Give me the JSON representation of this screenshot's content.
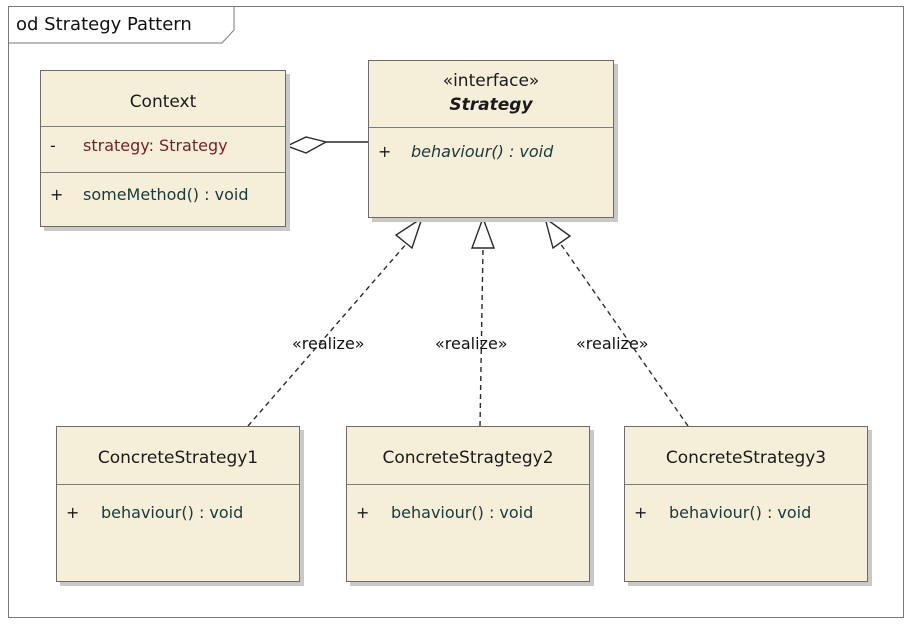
{
  "frame": {
    "title": "od Strategy Pattern"
  },
  "classes": {
    "context": {
      "name": "Context",
      "attribute": {
        "visibility": "-",
        "text": "strategy:  Strategy"
      },
      "operation": {
        "visibility": "+",
        "text": "someMethod() : void"
      }
    },
    "strategy": {
      "stereotype": "«interface»",
      "name": "Strategy",
      "operation": {
        "visibility": "+",
        "text": "behaviour() : void"
      }
    },
    "concrete1": {
      "name": "ConcreteStrategy1",
      "operation": {
        "visibility": "+",
        "text": "behaviour() : void"
      }
    },
    "concrete2": {
      "name": "ConcreteStragtegy2",
      "operation": {
        "visibility": "+",
        "text": "behaviour() : void"
      }
    },
    "concrete3": {
      "name": "ConcreteStrategy3",
      "operation": {
        "visibility": "+",
        "text": "behaviour() : void"
      }
    }
  },
  "relations": {
    "realize_1": "«realize»",
    "realize_2": "«realize»",
    "realize_3": "«realize»"
  }
}
